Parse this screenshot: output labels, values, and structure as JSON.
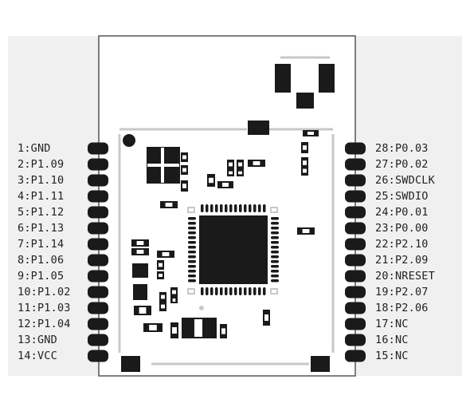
{
  "module": {
    "colors": {
      "background": "#f0f0f0",
      "board_fill": "#ffffff",
      "board_outline": "#555555",
      "trace": "#c8c8c8",
      "component": "#1a1a1a",
      "text": "#222222"
    }
  },
  "pins": {
    "left": [
      "1:GND",
      "2:P1.09",
      "3:P1.10",
      "4:P1.11",
      "5:P1.12",
      "6:P1.13",
      "7:P1.14",
      "8:P1.06",
      "9:P1.05",
      "10:P1.02",
      "11:P1.03",
      "12:P1.04",
      "13:GND",
      "14:VCC"
    ],
    "right": [
      "28:P0.03",
      "27:P0.02",
      "26:SWDCLK",
      "25:SWDIO",
      "24:P0.01",
      "23:P0.00",
      "22:P2.10",
      "21:P2.09",
      "20:NRESET",
      "19:P2.07",
      "18:P2.06",
      "17:NC",
      "16:NC",
      "15:NC"
    ]
  }
}
